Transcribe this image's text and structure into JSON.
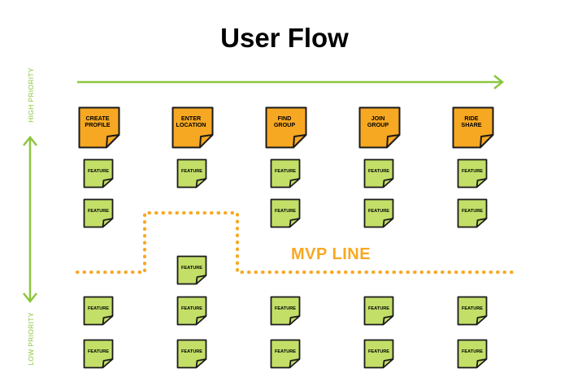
{
  "title": "User Flow",
  "side_labels": {
    "high": "HIGH PRIORITY",
    "low": "LOW PRIORITY"
  },
  "mvp_label": "MVP LINE",
  "colors": {
    "accent_green": "#8cc63f",
    "mvp_orange": "#f7a823",
    "epic_fill": "#f7a823",
    "feature_fill": "#c3df68",
    "outline": "#1a1a1a"
  },
  "epics": [
    {
      "line1": "CREATE",
      "line2": "PROFILE"
    },
    {
      "line1": "ENTER",
      "line2": "LOCATION"
    },
    {
      "line1": "FIND",
      "line2": "GROUP"
    },
    {
      "line1": "JOIN",
      "line2": "GROUP"
    },
    {
      "line1": "RIDE",
      "line2": "SHARE"
    }
  ],
  "feature_label": "FEATURE"
}
